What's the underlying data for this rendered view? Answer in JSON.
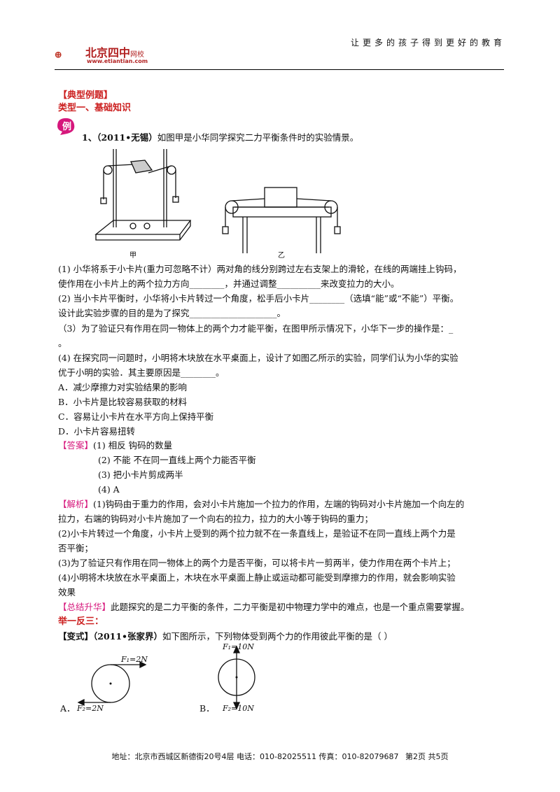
{
  "header": {
    "slogan": "让更多的孩子得到更好的教育",
    "logo_name": "北京四中",
    "logo_sub": "网校",
    "logo_url": "www.etiantian.com"
  },
  "section": {
    "typical": "【典型例题】",
    "type_title": "类型一、基础知识",
    "badge": "例"
  },
  "question": {
    "number": "1、",
    "source": "（2011•无锡）",
    "stem": "如图甲是小华同学探究二力平衡条件时的实验情景。",
    "fig_jia": "甲",
    "fig_yi": "乙",
    "lines": [
      "(1) 小华将系于小卡片(重力可忽略不计）两对角的线分别跨过左右支架上的滑轮，在线的两端挂上钩码，",
      "使作用在小卡片上的两个拉力方向________，并通过调整__________来改变拉力的大小。",
      "(2) 当小卡片平衡时，小华将小卡片转过一个角度，松手后小卡片________（选填“能”或“不能”）平衡。",
      "设计此实验步骤的目的是为了探究____________________。",
      "（3）为了验证只有作用在同一物体上的两个力才能平衡，在图甲所示情况下，小华下一步的操作是：_",
      "。",
      "(4) 在探究同一问题时，小明将木块放在水平桌面上，设计了如图乙所示的实验，同学们认为小华的实验",
      "优于小明的实验．其主要原因是________。"
    ],
    "options": [
      "A．减少摩擦力对实验结果的影响",
      "B．小卡片是比较容易获取的材料",
      "C．容易让小卡片在水平方向上保持平衡",
      "D．小卡片容易扭转"
    ]
  },
  "answer": {
    "label": "【答案】",
    "items": [
      "(1) 相反  钩码的数量",
      "(2) 不能  不在同一直线上两个力能否平衡",
      "(3) 把小卡片剪成两半",
      "(4) A"
    ]
  },
  "analysis": {
    "label": "【解析】",
    "lines": [
      "(1)钩码由于重力的作用，会对小卡片施加一个拉力的作用，左端的钩码对小卡片施加一个向左的",
      "拉力，右端的钩码对小卡片施加了一个向右的拉力，拉力的大小等于钩码的重力；",
      "(2)小卡片转过一个角度，小卡片上受到的两个拉力就不在一条直线上，是验证不在同一直线上两个力是",
      "否平衡；",
      "(3)为了验证只有作用在同一物体上的两个力是否平衡，可以将卡片一剪两半，使力作用在两个卡片上；",
      "(4)小明将木块放在水平桌面上，木块在水平桌面上静止或运动都可能受到摩擦力的作用，就会影响实验",
      "效果"
    ]
  },
  "summary": {
    "label": "【总结升华】",
    "text": "此题探究的是二力平衡的条件，二力平衡是初中物理力学中的难点，也是一个重点需要掌握。"
  },
  "practice": {
    "title": "举一反三：",
    "label": "【变式】",
    "source": "（2011•张家界）",
    "stem": "如下图所示，下列物体受到两个力的作用彼此平衡的是（      ）",
    "figA": {
      "option": "A．",
      "top_force": "F₁=2N",
      "bottom_force": "F₂=2N"
    },
    "figB": {
      "option": "B．",
      "top_force": "F₁=10N",
      "bottom_force": "F₂=10N"
    }
  },
  "footer": {
    "address": "地址：北京市西城区新德街20号4层  电话：010-82025511  传真：010-82079687",
    "page": "第2页  共5页"
  }
}
